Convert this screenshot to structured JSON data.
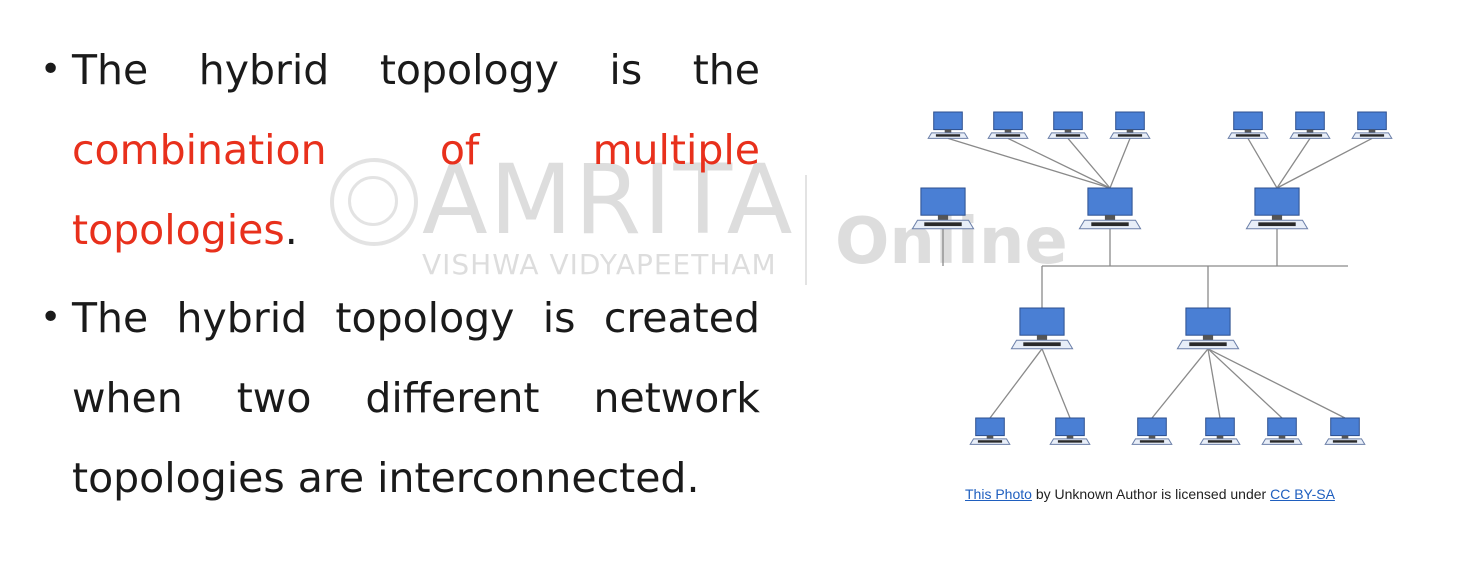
{
  "watermark": {
    "brand": "AMRITA",
    "sub": "VISHWA VIDYAPEETHAM",
    "online": "Online"
  },
  "bullets": [
    {
      "text": "The hybrid topology is the ",
      "highlight": "combination of multiple topologies",
      "tail": "."
    },
    {
      "text": "The hybrid topology is created when two different network topologies are interconnected."
    }
  ],
  "caption": {
    "link1": "This Photo",
    "middle": " by Unknown Author is licensed under ",
    "link2": "CC BY-SA"
  },
  "colors": {
    "highlight": "#e8301c",
    "computer": "#4a7fd4",
    "line": "#8a8a8a"
  }
}
